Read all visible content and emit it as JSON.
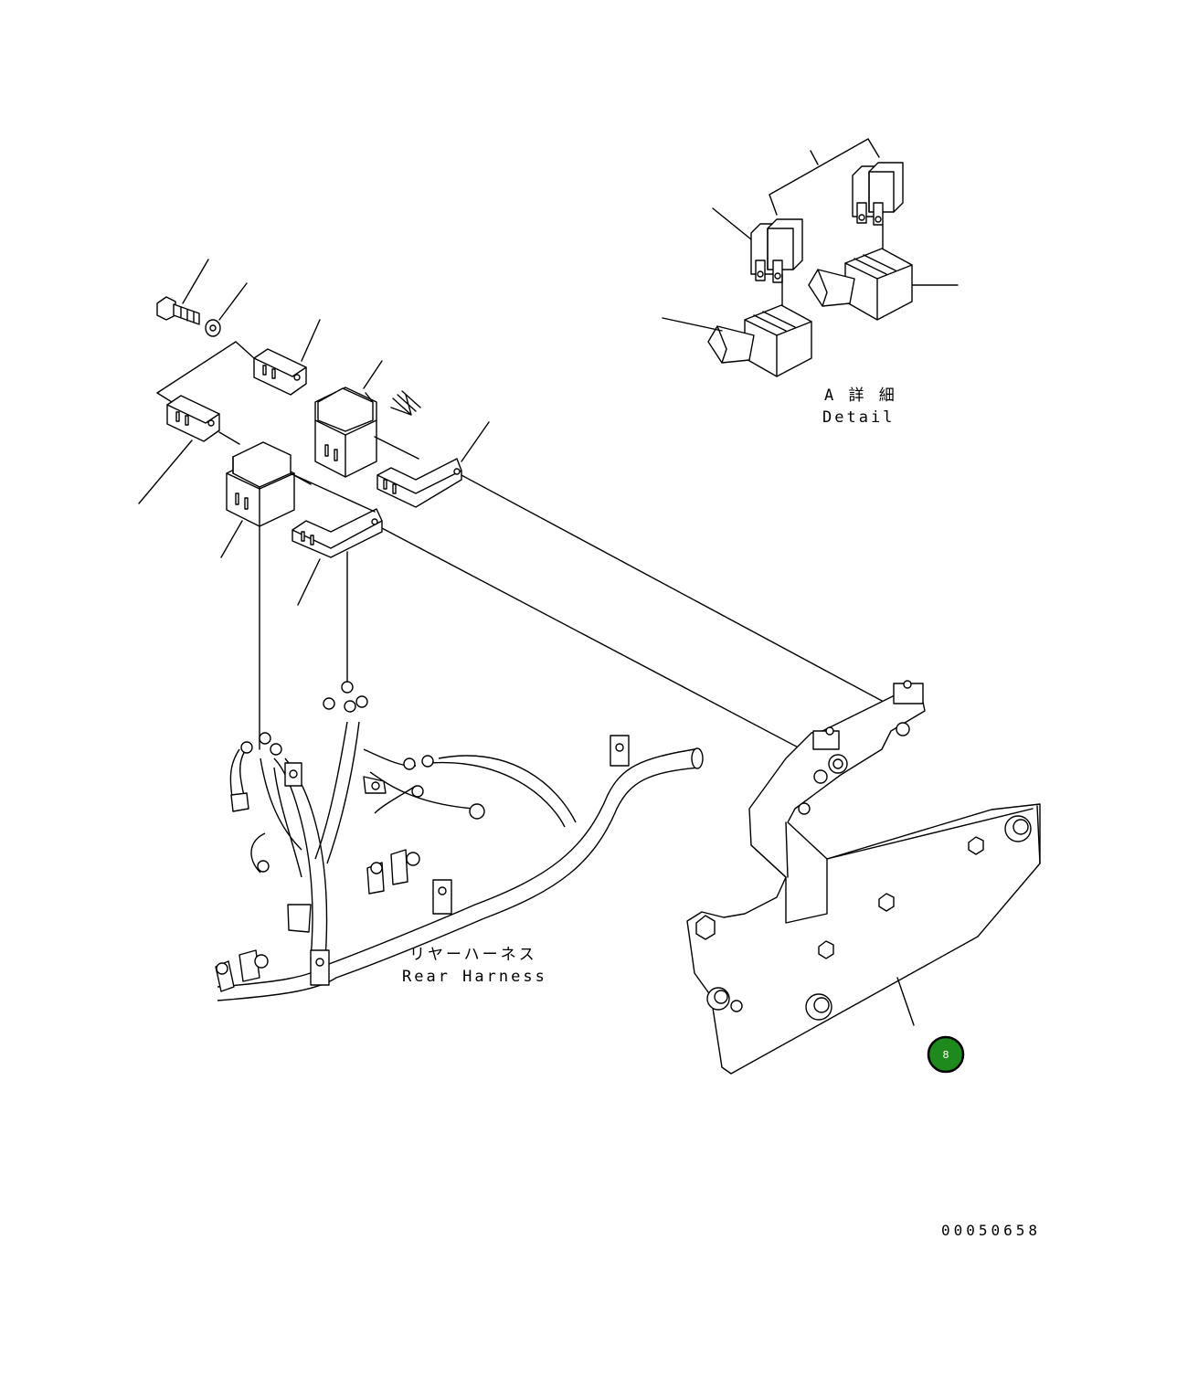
{
  "detail_label": {
    "jp": "A 詳 細",
    "en": "Detail"
  },
  "harness_label": {
    "jp": "リヤーハーネス",
    "en": "Rear Harness"
  },
  "callout": {
    "number": "8",
    "color": "#1e8a1e"
  },
  "document_number": "00050658"
}
